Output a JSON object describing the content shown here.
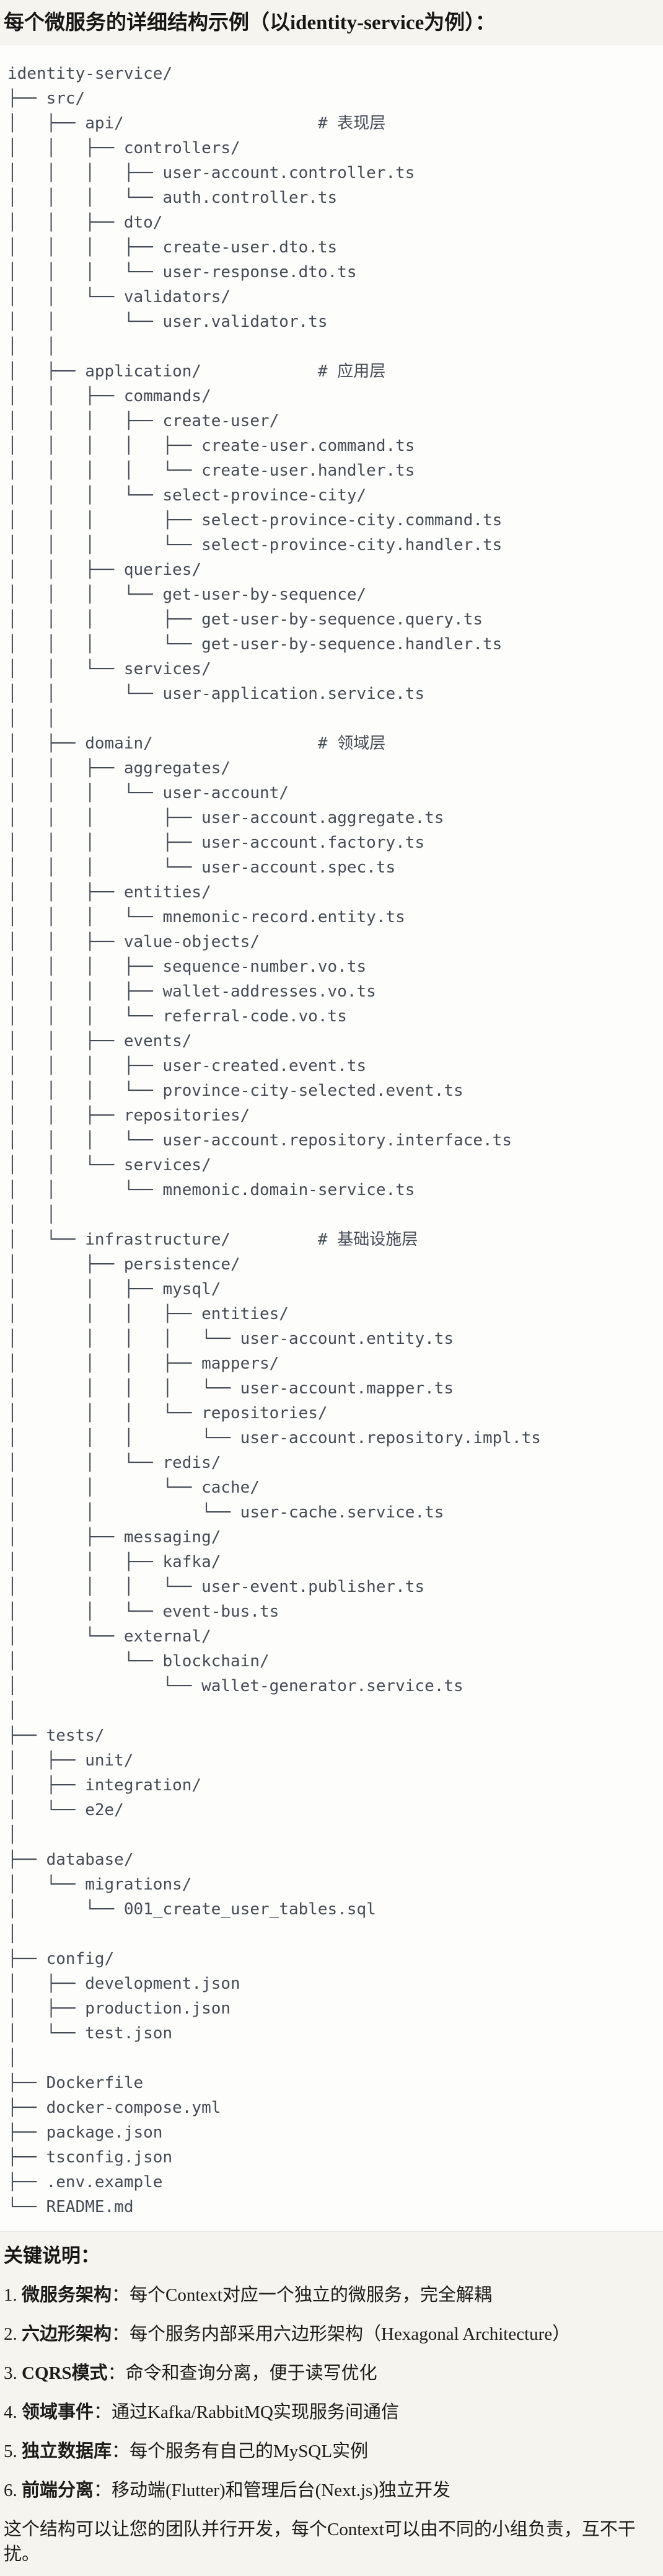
{
  "page": {
    "title": "每个微服务的详细结构示例（以identity-service为例）："
  },
  "tree": {
    "lines": [
      "identity-service/",
      "├── src/",
      "│   ├── api/                    # 表现层",
      "│   │   ├── controllers/",
      "│   │   │   ├── user-account.controller.ts",
      "│   │   │   └── auth.controller.ts",
      "│   │   ├── dto/",
      "│   │   │   ├── create-user.dto.ts",
      "│   │   │   └── user-response.dto.ts",
      "│   │   └── validators/",
      "│   │       └── user.validator.ts",
      "│   │",
      "│   ├── application/            # 应用层",
      "│   │   ├── commands/",
      "│   │   │   ├── create-user/",
      "│   │   │   │   ├── create-user.command.ts",
      "│   │   │   │   └── create-user.handler.ts",
      "│   │   │   └── select-province-city/",
      "│   │   │       ├── select-province-city.command.ts",
      "│   │   │       └── select-province-city.handler.ts",
      "│   │   ├── queries/",
      "│   │   │   └── get-user-by-sequence/",
      "│   │   │       ├── get-user-by-sequence.query.ts",
      "│   │   │       └── get-user-by-sequence.handler.ts",
      "│   │   └── services/",
      "│   │       └── user-application.service.ts",
      "│   │",
      "│   ├── domain/                 # 领域层",
      "│   │   ├── aggregates/",
      "│   │   │   └── user-account/",
      "│   │   │       ├── user-account.aggregate.ts",
      "│   │   │       ├── user-account.factory.ts",
      "│   │   │       └── user-account.spec.ts",
      "│   │   ├── entities/",
      "│   │   │   └── mnemonic-record.entity.ts",
      "│   │   ├── value-objects/",
      "│   │   │   ├── sequence-number.vo.ts",
      "│   │   │   ├── wallet-addresses.vo.ts",
      "│   │   │   └── referral-code.vo.ts",
      "│   │   ├── events/",
      "│   │   │   ├── user-created.event.ts",
      "│   │   │   └── province-city-selected.event.ts",
      "│   │   ├── repositories/",
      "│   │   │   └── user-account.repository.interface.ts",
      "│   │   └── services/",
      "│   │       └── mnemonic.domain-service.ts",
      "│   │",
      "│   └── infrastructure/         # 基础设施层",
      "│       ├── persistence/",
      "│       │   ├── mysql/",
      "│       │   │   ├── entities/",
      "│       │   │   │   └── user-account.entity.ts",
      "│       │   │   ├── mappers/",
      "│       │   │   │   └── user-account.mapper.ts",
      "│       │   │   └── repositories/",
      "│       │   │       └── user-account.repository.impl.ts",
      "│       │   └── redis/",
      "│       │       └── cache/",
      "│       │           └── user-cache.service.ts",
      "│       ├── messaging/",
      "│       │   ├── kafka/",
      "│       │   │   └── user-event.publisher.ts",
      "│       │   └── event-bus.ts",
      "│       └── external/",
      "│           └── blockchain/",
      "│               └── wallet-generator.service.ts",
      "│",
      "├── tests/",
      "│   ├── unit/",
      "│   ├── integration/",
      "│   └── e2e/",
      "│",
      "├── database/",
      "│   └── migrations/",
      "│       └── 001_create_user_tables.sql",
      "│",
      "├── config/",
      "│   ├── development.json",
      "│   ├── production.json",
      "│   └── test.json",
      "│",
      "├── Dockerfile",
      "├── docker-compose.yml",
      "├── package.json",
      "├── tsconfig.json",
      "├── .env.example",
      "└── README.md"
    ]
  },
  "notes": {
    "heading": "关键说明：",
    "items": [
      {
        "num": "1.",
        "label": "微服务架构",
        "text": "：每个Context对应一个独立的微服务，完全解耦"
      },
      {
        "num": "2.",
        "label": "六边形架构",
        "text": "：每个服务内部采用六边形架构（Hexagonal Architecture）"
      },
      {
        "num": "3.",
        "label": "CQRS模式",
        "text": "：命令和查询分离，便于读写优化"
      },
      {
        "num": "4.",
        "label": "领域事件",
        "text": "：通过Kafka/RabbitMQ实现服务间通信"
      },
      {
        "num": "5.",
        "label": "独立数据库",
        "text": "：每个服务有自己的MySQL实例"
      },
      {
        "num": "6.",
        "label": "前端分离",
        "text": "：移动端(Flutter)和管理后台(Next.js)独立开发"
      }
    ],
    "closing": "这个结构可以让您的团队并行开发，每个Context可以由不同的小组负责，互不干扰。"
  }
}
